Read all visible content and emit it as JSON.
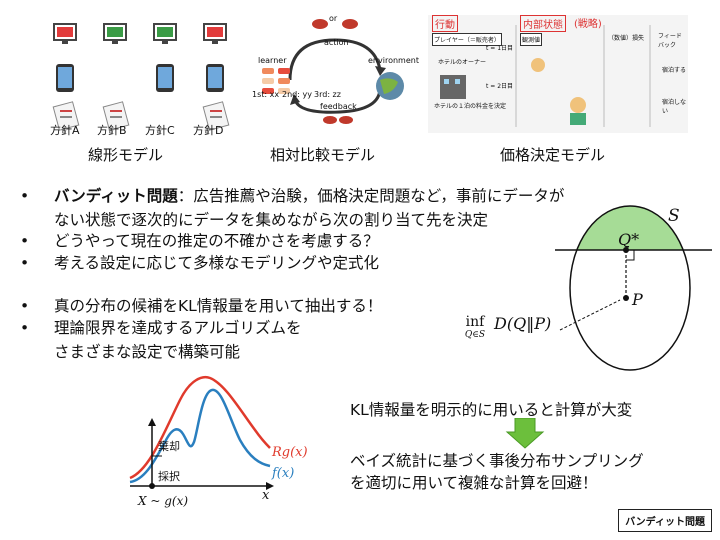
{
  "figures": {
    "linear": {
      "caption": "線形モデル",
      "policies": [
        "方針A",
        "方針B",
        "方針C",
        "方針D"
      ]
    },
    "relative": {
      "caption": "相対比較モデル",
      "or_label": "or",
      "action": "action",
      "learner": "learner",
      "environment": "environment",
      "feedback": "feedback",
      "ranking": [
        "1st: xx",
        "2nd: yy",
        "3rd: zz"
      ]
    },
    "pricing": {
      "caption": "価格決定モデル",
      "action_tag": "行動",
      "internal_tag": "内部状態",
      "strategy_tag": "(戦略)",
      "cols": [
        "プレイヤー（＝販売者）",
        "観測値",
        "（数値）損失",
        "フィードバック"
      ],
      "rows_left": [
        "ホテルのオーナー",
        "ホテルの１泊の料金を決定"
      ],
      "price_tags": [
        "t = 1日目",
        "t = 2日目"
      ],
      "right_vals": [
        "宿泊する",
        "宿泊しない"
      ]
    }
  },
  "bullets": [
    {
      "bold": "バンディット問題",
      "text": "：広告推薦や治験，価格決定問題など，事前にデータが",
      "cont": "ない状態で逐次的にデータを集めながら次の割り当て先を決定"
    },
    {
      "text": "どうやって現在の推定の不確かさを考慮する？"
    },
    {
      "text": "考える設定に応じて多様なモデリングや定式化"
    },
    {
      "text": "真の分布の候補をKL情報量を用いて抽出する！"
    },
    {
      "text": "理論限界を達成するアルゴリズムを",
      "cont": "さまざまな設定で構築可能"
    }
  ],
  "kl_diagram": {
    "set_label": "S",
    "q_label": "Q*",
    "p_label": "P",
    "formula_inf": "inf",
    "formula_sub": "Q∈S",
    "formula_main": "D(Q‖P)"
  },
  "rejection": {
    "reject": "棄却",
    "accept": "採択",
    "rg_label": "Rg(x)",
    "f_label": "f(x)",
    "x_label": "x",
    "sample_label": "X ~ g(x)",
    "colors": {
      "rg": "#e03a2c",
      "f": "#2a7fbf"
    }
  },
  "right_text": {
    "line1": "KL情報量を明示的に用いると計算が大変",
    "line2": "ベイズ統計に基づく事後分布サンプリング",
    "line3": "を適切に用いて複雑な計算を回避！",
    "arrow_color": "#6cbf3c"
  },
  "footer_tag": "バンディット問題"
}
